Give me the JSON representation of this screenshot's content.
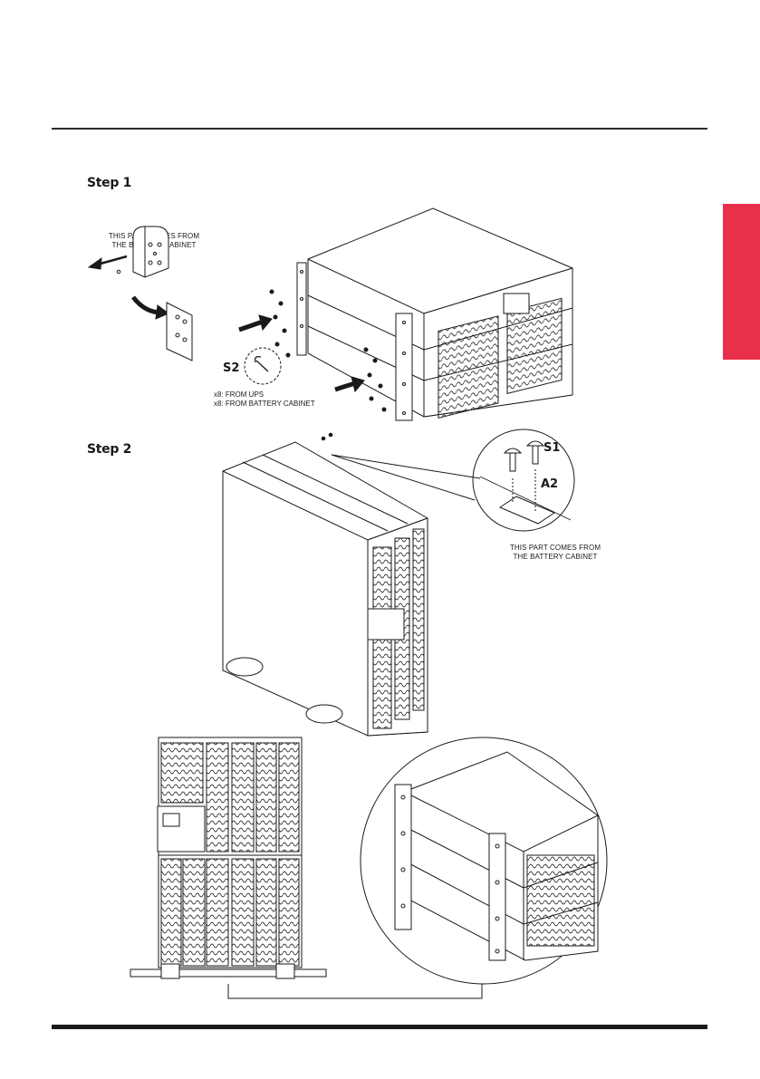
{
  "steps": {
    "step1": {
      "label": "Step 1",
      "note_line1": "THIS PART COMES FROM",
      "note_line2": "THE BATTERY CABINET",
      "screw_callout": "S2",
      "qty_line1": "x8: FROM UPS",
      "qty_line2": "x8: FROM BATTERY CABINET"
    },
    "step2": {
      "label": "Step 2",
      "screw_callout": "S1",
      "bracket_callout": "A2",
      "note_line1": "THIS PART COMES FROM",
      "note_line2": "THE BATTERY CABINET"
    }
  },
  "colors": {
    "side_tab": "#e8304a",
    "line": "#1a1a1a"
  }
}
